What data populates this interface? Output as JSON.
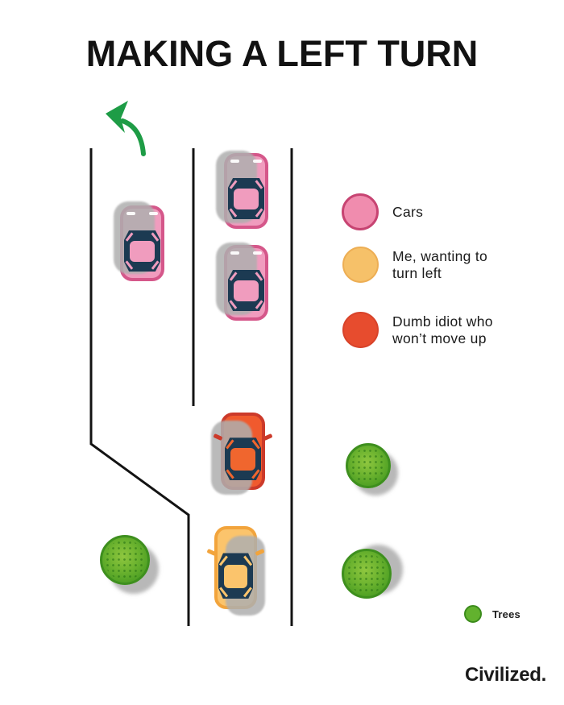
{
  "title": "MAKING A LEFT TURN",
  "brand": "Civilized.",
  "legend": {
    "items": [
      {
        "name": "cars",
        "lines": [
          "Cars"
        ],
        "fill": "#F08CAE",
        "stroke": "#C74472"
      },
      {
        "name": "me-wanting-to-turn-left",
        "lines": [
          "Me, wanting to",
          "turn left"
        ],
        "fill": "#F6C169",
        "stroke": "#EDAE54"
      },
      {
        "name": "dumb-idiot-who-wont-move-up",
        "lines": [
          "Dumb idiot who",
          "won’t move up"
        ],
        "fill": "#E74C2E",
        "stroke": "#D8432A"
      }
    ],
    "trees": {
      "label": "Trees",
      "fill": "#62B22E",
      "stroke": "#3C8C1C"
    }
  },
  "diagram": {
    "arrow": {
      "meaning": "left-turn direction",
      "color": "#1E9C46"
    },
    "road_line_color": "#131313",
    "glass_color": "#1C3A52",
    "shadow_color": "#AFAFAF",
    "cars": [
      {
        "role": "car",
        "lane": "left-turn-lane",
        "fill": "#F09CBE",
        "stroke": "#D5578A"
      },
      {
        "role": "car",
        "lane": "through-lane-front",
        "fill": "#F09CBE",
        "stroke": "#D5578A"
      },
      {
        "role": "car",
        "lane": "through-lane-second",
        "fill": "#F09CBE",
        "stroke": "#D5578A"
      },
      {
        "role": "dumb-idiot-who-wont-move-up",
        "lane": "through-lane-third",
        "fill": "#F05A2E",
        "stroke": "#CC3A2A"
      },
      {
        "role": "me-wanting-to-turn-left",
        "lane": "through-lane-last",
        "fill": "#FBC46C",
        "stroke": "#F2A43C"
      }
    ],
    "trees": [
      {
        "position": "right-of-road-upper"
      },
      {
        "position": "left-of-road-lower"
      },
      {
        "position": "right-of-road-lower"
      }
    ]
  }
}
